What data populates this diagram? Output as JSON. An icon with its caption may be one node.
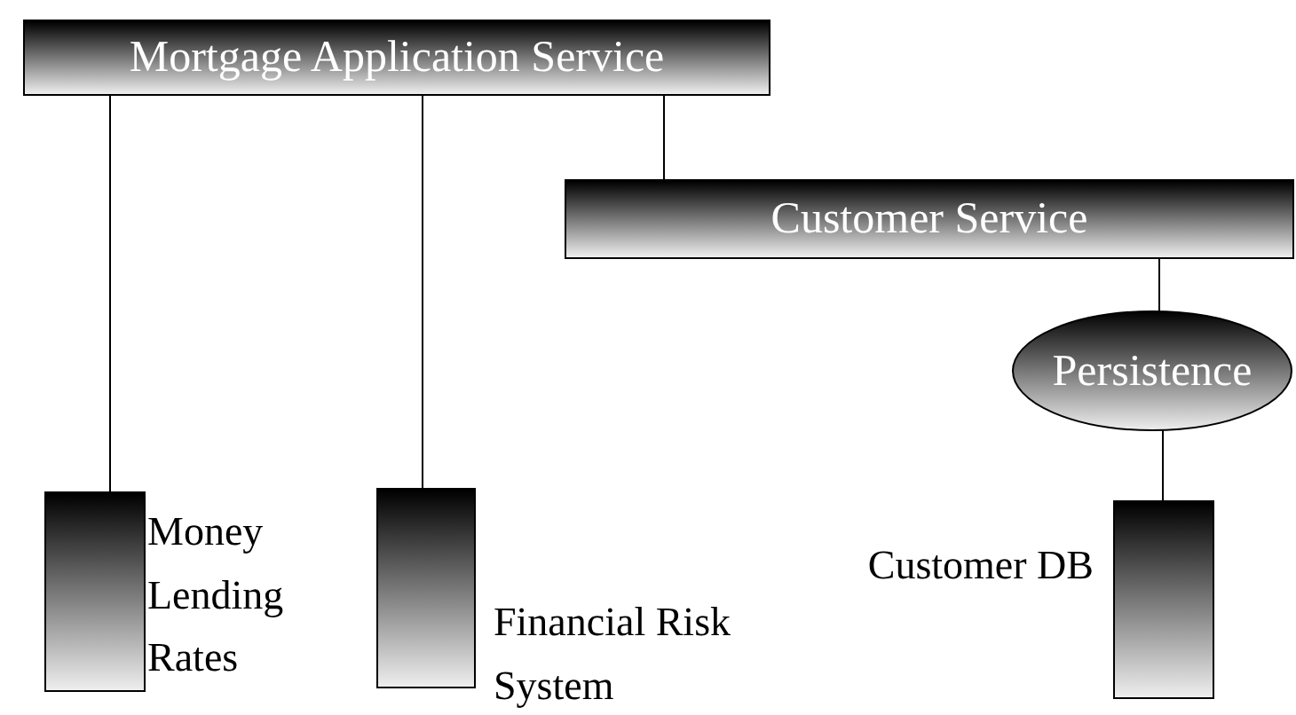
{
  "diagram": {
    "nodes": [
      {
        "text": [
          "Mortgage Application Service"
        ]
      },
      {
        "text": [
          "Customer Service"
        ]
      },
      {
        "text": [
          "Persistence"
        ]
      },
      {
        "text": [],
        "shape": "box",
        "beside": [
          "Money Lending Rates"
        ]
      },
      {
        "text": [],
        "shape": "box",
        "beside": [
          "Financial Risk System"
        ]
      },
      {
        "text": [],
        "shape": "box",
        "beside": [
          "Customer DB"
        ]
      }
    ],
    "edges": [
      {
        "from": 0,
        "to": 3,
        "arrow": "none"
      },
      {
        "from": 0,
        "to": 4,
        "arrow": "none"
      },
      {
        "from": 0,
        "to": 1,
        "arrow": "none"
      },
      {
        "from": 1,
        "to": 2,
        "arrow": "none"
      },
      {
        "from": 2,
        "to": 5,
        "arrow": "none"
      }
    ]
  }
}
